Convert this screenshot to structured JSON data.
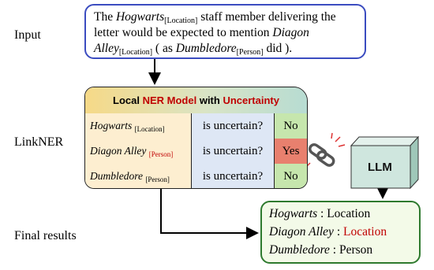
{
  "labels": {
    "input": "Input",
    "linkner": "LinkNER",
    "final": "Final results"
  },
  "input": {
    "t1": "The ",
    "e1": "Hogwarts",
    "s1": "[Location]",
    "t2": " staff member delivering the letter would be expected to mention ",
    "e2": "Diagon Alley",
    "s2": "[Location]",
    "t3": " ( as ",
    "e3": "Dumbledore",
    "s3": "[Person]",
    "t4": " did )."
  },
  "ner": {
    "title_a": "Local ",
    "title_b": "NER Model",
    "title_c": " with ",
    "title_d": "Uncertainty",
    "rows": [
      {
        "entity": "Hogwarts",
        "tag": "[Location]",
        "question": "is uncertain?",
        "answer": "No"
      },
      {
        "entity": "Diagon Alley",
        "tag": "[Person]",
        "question": "is uncertain?",
        "answer": "Yes"
      },
      {
        "entity": "Dumbledore",
        "tag": "[Person]",
        "question": "is uncertain?",
        "answer": "No"
      }
    ]
  },
  "llm": {
    "label": "LLM"
  },
  "final": [
    {
      "entity": "Hogwarts",
      "sep": " : ",
      "type": "Location"
    },
    {
      "entity": "Diagon Alley",
      "sep": " : ",
      "type": "Location"
    },
    {
      "entity": "Dumbledore",
      "sep": " : ",
      "type": "Person"
    }
  ],
  "colors": {
    "highlight": "#c00000",
    "input_border": "#3b4cc0",
    "final_border": "#2e7a2e",
    "llm_fill": "#cfe6de"
  }
}
